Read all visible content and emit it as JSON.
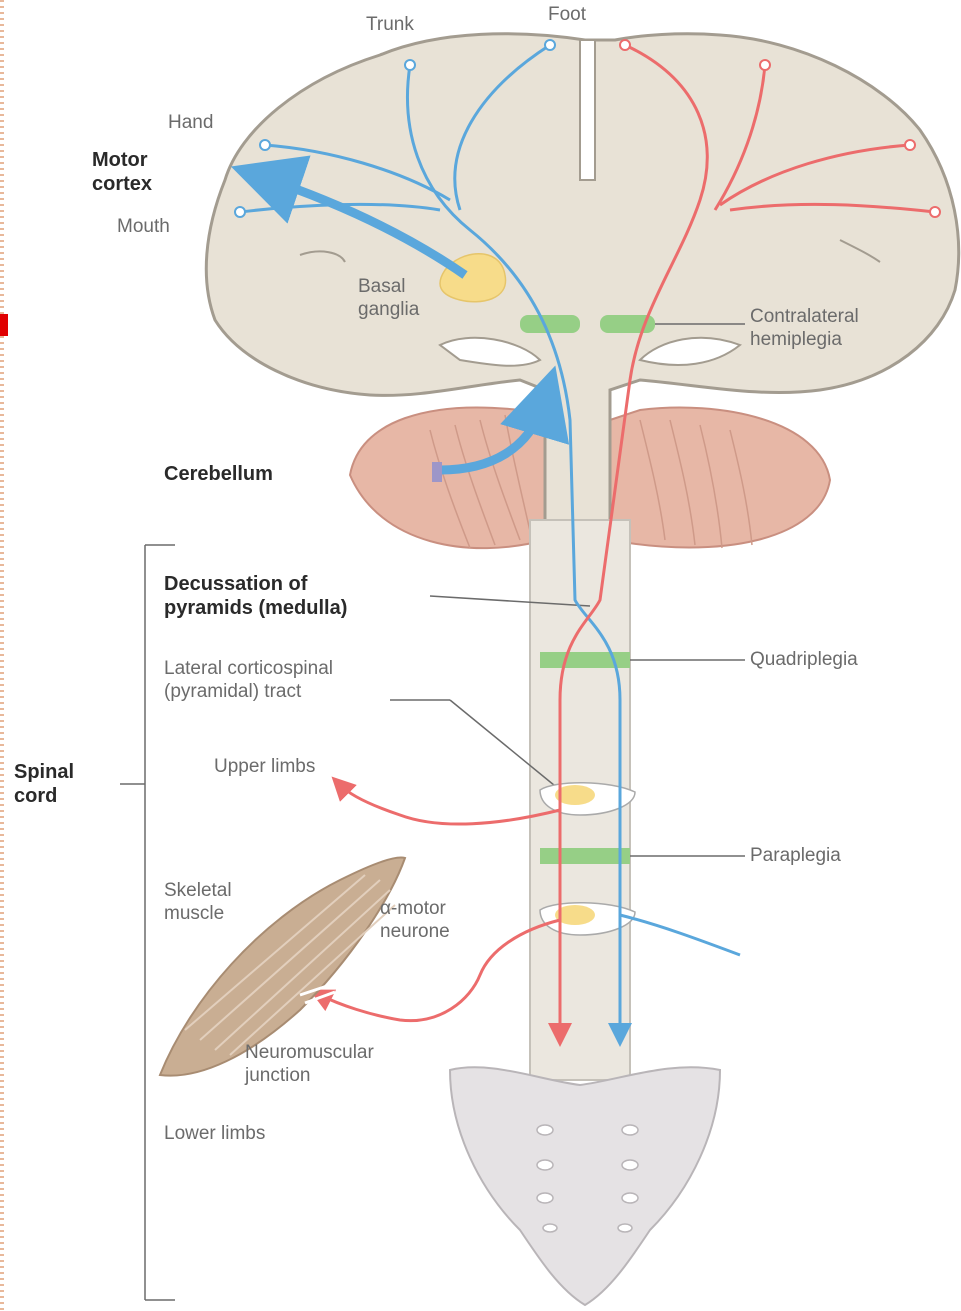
{
  "labels": {
    "trunk": "Trunk",
    "foot": "Foot",
    "hand": "Hand",
    "motor_cortex": "Motor\ncortex",
    "mouth": "Mouth",
    "basal_ganglia": "Basal\nganglia",
    "contralateral_hemiplegia": "Contralateral\nhemiplegia",
    "cerebellum": "Cerebellum",
    "decussation": "Decussation of\npyramids (medulla)",
    "lateral_tract": "Lateral corticospinal\n(pyramidal) tract",
    "quadriplegia": "Quadriplegia",
    "spinal_cord": "Spinal\ncord",
    "upper_limbs": "Upper limbs",
    "paraplegia": "Paraplegia",
    "skeletal_muscle": "Skeletal\nmuscle",
    "alpha_motor_neurone": "α-motor\nneurone",
    "neuromuscular_junction": "Neuromuscular\njunction",
    "lower_limbs": "Lower limbs"
  },
  "colors": {
    "brain": "#e8e2d6",
    "brain_outline": "#a39c90",
    "cerebellum": "#e7b7a6",
    "basal_ganglia": "#f7dc8a",
    "blue_tract": "#5aa7dc",
    "red_tract": "#ec6c6c",
    "lesion": "#96cf86",
    "muscle": "#c9ae93",
    "sacrum": "#e5e2e4"
  }
}
